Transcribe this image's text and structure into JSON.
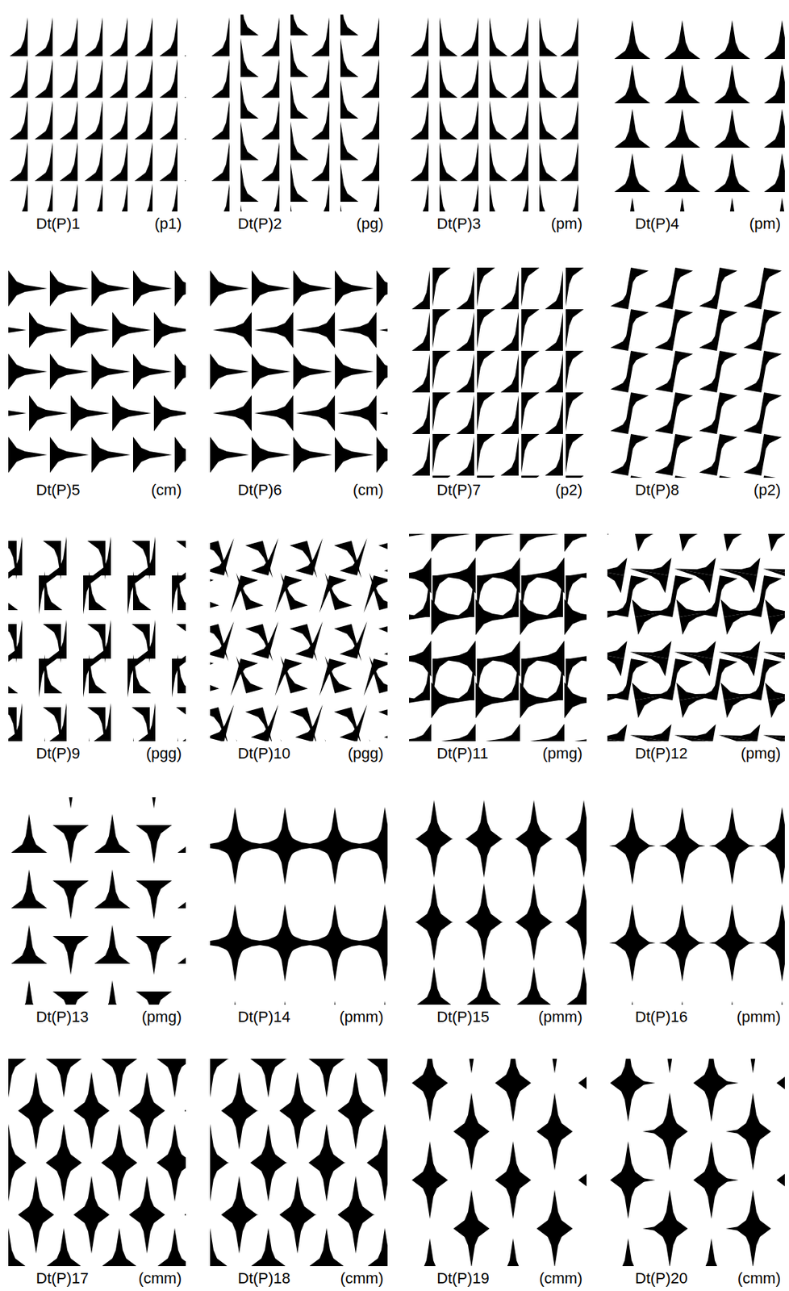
{
  "diagram": {
    "labels": [
      "Dt(P)1",
      "(p1)",
      "Dt(P)2",
      "(pg)",
      "Dt(P)3",
      "(pm)",
      "Dt(P)4",
      "(pm)",
      "Dt(P)5",
      "(cm)",
      "Dt(P)6",
      "(cm)",
      "Dt(P)7",
      "(p2)",
      "Dt(P)8",
      "(p2)",
      "Dt(P)9",
      "(pgg)",
      "Dt(P)10",
      "(pgg)",
      "Dt(P)11",
      "(pmg)",
      "Dt(P)12",
      "(pmg)",
      "Dt(P)13",
      "(pmg)",
      "Dt(P)14",
      "(pmm)",
      "Dt(P)15",
      "(pmm)",
      "Dt(P)16",
      "(pmm)",
      "Dt(P)17",
      "(cmm)",
      "Dt(P)18",
      "(cmm)",
      "Dt(P)19",
      "(cmm)",
      "Dt(P)20",
      "(cmm)"
    ]
  }
}
